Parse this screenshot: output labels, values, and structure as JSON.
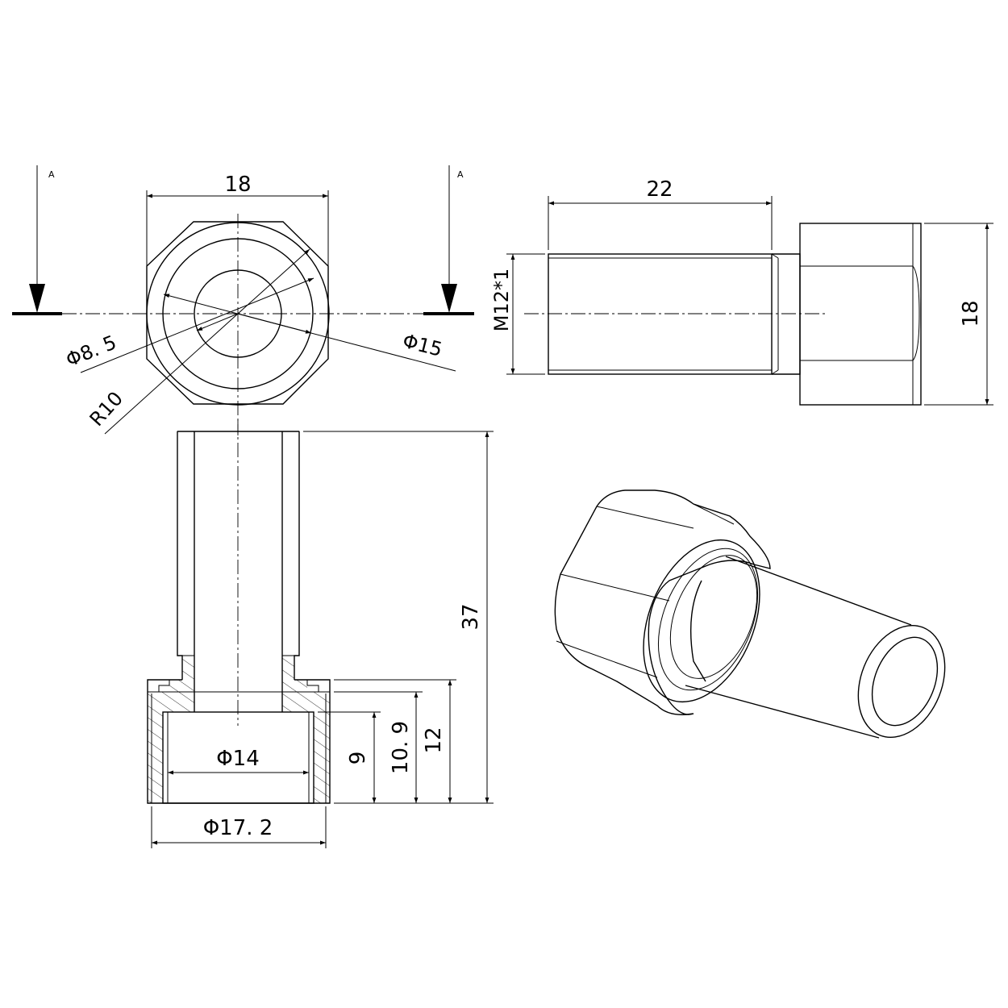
{
  "section_marker": {
    "left_label": "A",
    "right_label": "A"
  },
  "top_view": {
    "dim_width": "18",
    "dim_bore": "Φ8. 5",
    "dim_outer": "Φ15",
    "dim_radius": "R10"
  },
  "side_view": {
    "dim_length": "22",
    "dim_thread": "M12*1",
    "dim_height": "18"
  },
  "section_view": {
    "dim_total": "37",
    "dim_inner_dia": "Φ14",
    "dim_outer_dia": "Φ17. 2",
    "dim_9": "9",
    "dim_10_9": "10. 9",
    "dim_12": "12"
  }
}
